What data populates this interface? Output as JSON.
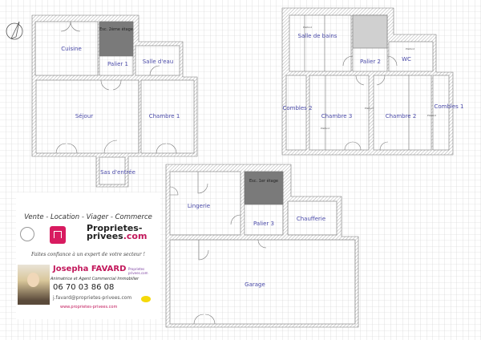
{
  "floor_0": {
    "rooms": [
      "Cuisine",
      "Palier 1",
      "Salle d'eau",
      "Séjour",
      "Chambre 1",
      "Sas d'entrée"
    ],
    "stair_label": "Esc. 2ème étage"
  },
  "floor_1": {
    "rooms": [
      "Salle de bains",
      "Palier 2",
      "WC",
      "Combles 2",
      "Chambre 3",
      "Chambre 2",
      "Combles 1"
    ],
    "small_labels": [
      "Plafond",
      "Plafond",
      "Plafond",
      "Plafond",
      "Plafond"
    ]
  },
  "floor_2": {
    "rooms": [
      "Lingerie",
      "Palier 3",
      "Chaufferie",
      "Garage"
    ],
    "stair_label": "Esc. 1er étage"
  },
  "card": {
    "tagline": "Vente - Location - Viager - Commerce",
    "brand_line1": "Proprietes-",
    "brand_line2": "privees",
    "brand_tld": ".com",
    "slogan": "Faites confiance à un expert de votre secteur !",
    "agent_name": "Josepha FAVARD",
    "agent_role": "Animatrice et Agent Commercial Immobilier",
    "phone": "06 70 03 86 08",
    "email": "j.favard@proprietes-privees.com",
    "website": "www.proprietes-privees.com",
    "mini_logo": "Proprietes privees.com"
  },
  "colors": {
    "room_label": "#4a4aa8",
    "brand": "#d81b60",
    "stair": "#7a7a7a",
    "grid": "#cfcfcf"
  }
}
